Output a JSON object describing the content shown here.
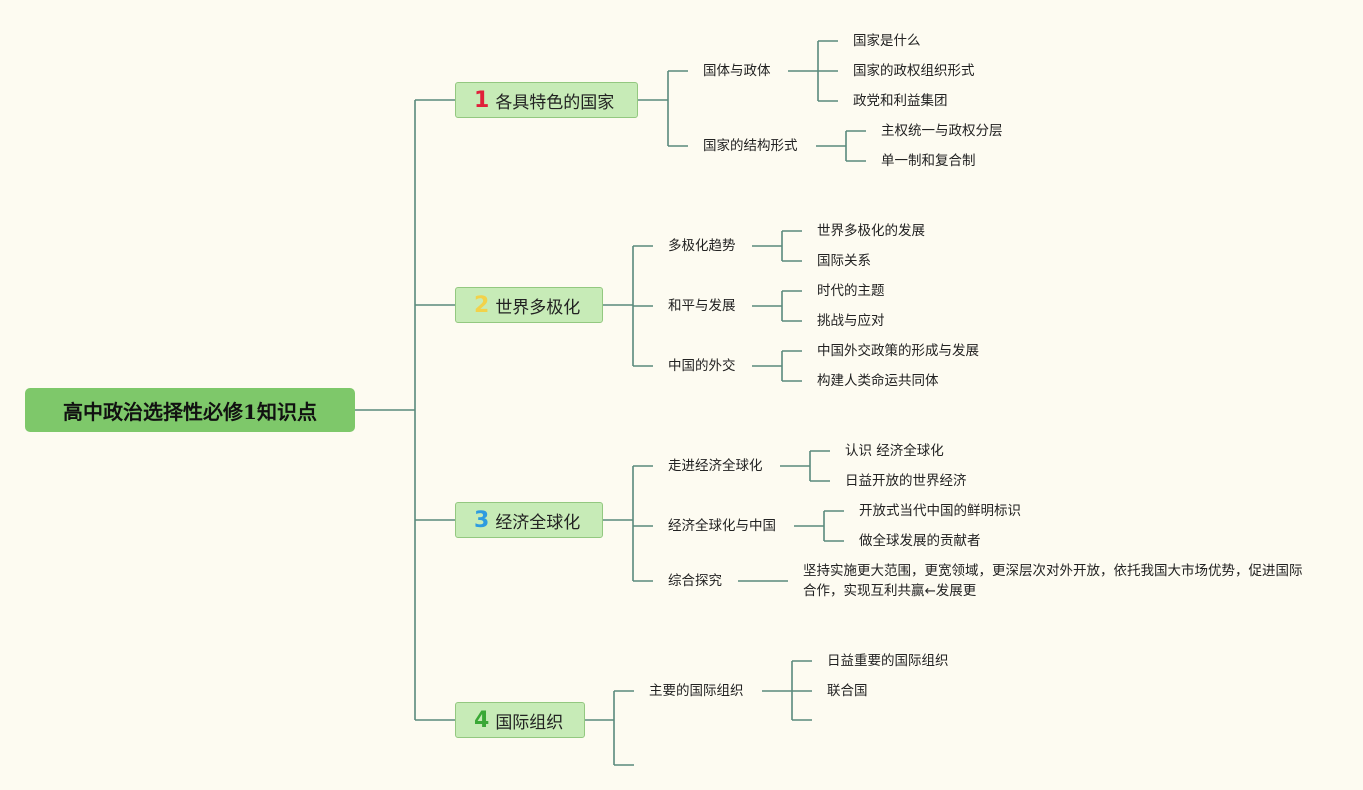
{
  "root": {
    "label": "高中政治选择性必修1知识点"
  },
  "branches": [
    {
      "num": "1",
      "label": "各具特色的国家",
      "subs": [
        {
          "label": "国体与政体",
          "leaves": [
            "国家是什么",
            "国家的政权组织形式",
            "政党和利益集团"
          ]
        },
        {
          "label": "国家的结构形式",
          "leaves": [
            "主权统一与政权分层",
            "单一制和复合制"
          ]
        }
      ]
    },
    {
      "num": "2",
      "label": "世界多极化",
      "subs": [
        {
          "label": "多极化趋势",
          "leaves": [
            "世界多极化的发展",
            "国际关系"
          ]
        },
        {
          "label": "和平与发展",
          "leaves": [
            "时代的主题",
            "挑战与应对"
          ]
        },
        {
          "label": "中国的外交",
          "leaves": [
            "中国外交政策的形成与发展",
            "构建人类命运共同体"
          ]
        }
      ]
    },
    {
      "num": "3",
      "label": "经济全球化",
      "subs": [
        {
          "label": "走进经济全球化",
          "leaves": [
            "认识 经济全球化",
            "日益开放的世界经济"
          ]
        },
        {
          "label": "经济全球化与中国",
          "leaves": [
            "开放式当代中国的鲜明标识",
            "做全球发展的贡献者"
          ]
        },
        {
          "label": "综合探究",
          "leaves": [
            "坚持实施更大范围，更宽领域，更深层次对外开放，依托我国大市场优势，促进国际合作，实现互利共赢←发展更"
          ]
        }
      ]
    },
    {
      "num": "4",
      "label": "国际组织",
      "subs": [
        {
          "label": "主要的国际组织",
          "leaves": [
            "日益重要的国际组织",
            "联合国"
          ]
        }
      ]
    }
  ],
  "colors": {
    "line": "#5a8a7c",
    "root_bg": "#7ec86a",
    "branch_bg": "#c7ebb7"
  }
}
